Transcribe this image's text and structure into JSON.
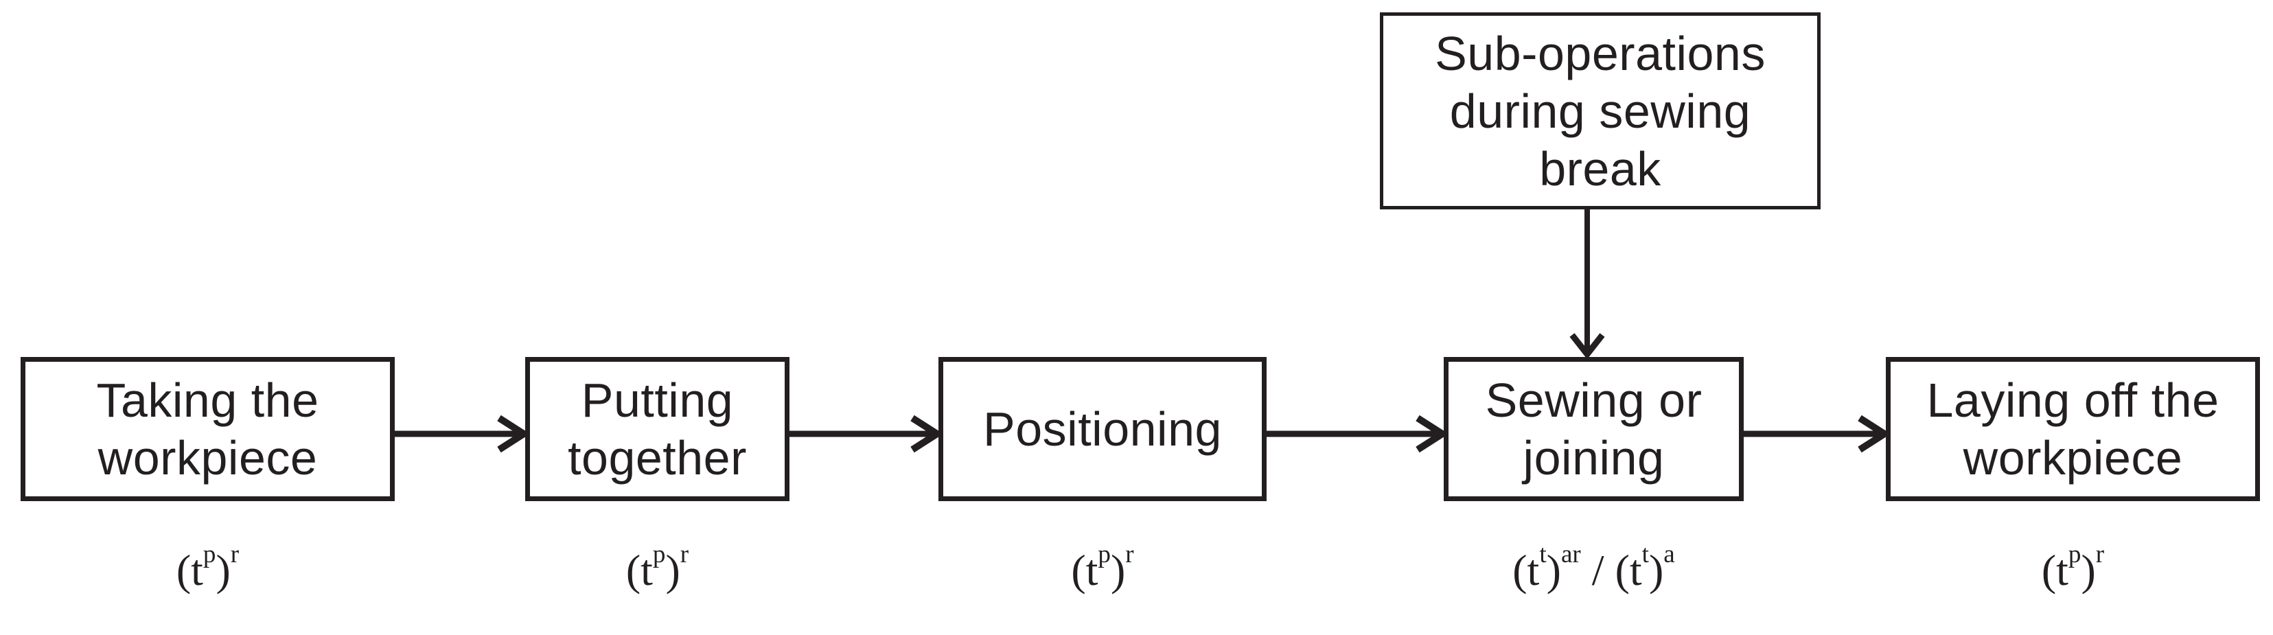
{
  "flowchart": {
    "colors": {
      "ink": "#231f20",
      "paper": "#ffffff"
    },
    "sub_box": {
      "label": "Sub-operations during sewing break"
    },
    "steps": [
      {
        "label": "Taking the workpiece",
        "time_parts": [
          {
            "text": "(t"
          },
          {
            "text": "p",
            "sub": true
          },
          {
            "text": ")"
          },
          {
            "text": "r",
            "sub": true
          }
        ]
      },
      {
        "label": "Putting together",
        "time_parts": [
          {
            "text": "(t"
          },
          {
            "text": "p",
            "sub": true
          },
          {
            "text": ")"
          },
          {
            "text": "r",
            "sub": true
          }
        ]
      },
      {
        "label": "Positioning",
        "time_parts": [
          {
            "text": "(t"
          },
          {
            "text": "p",
            "sub": true
          },
          {
            "text": ")"
          },
          {
            "text": "r",
            "sub": true
          }
        ]
      },
      {
        "label": "Sewing or joining",
        "time_parts": [
          {
            "text": "(t"
          },
          {
            "text": "t",
            "sub": true
          },
          {
            "text": ")"
          },
          {
            "text": "ar",
            "sub": true
          },
          {
            "text": " / (t"
          },
          {
            "text": "t",
            "sub": true
          },
          {
            "text": ")"
          },
          {
            "text": "a",
            "sub": true
          }
        ]
      },
      {
        "label": "Laying off the workpiece",
        "time_parts": [
          {
            "text": "(t"
          },
          {
            "text": "p",
            "sub": true
          },
          {
            "text": ")"
          },
          {
            "text": "r",
            "sub": true
          }
        ]
      }
    ]
  }
}
